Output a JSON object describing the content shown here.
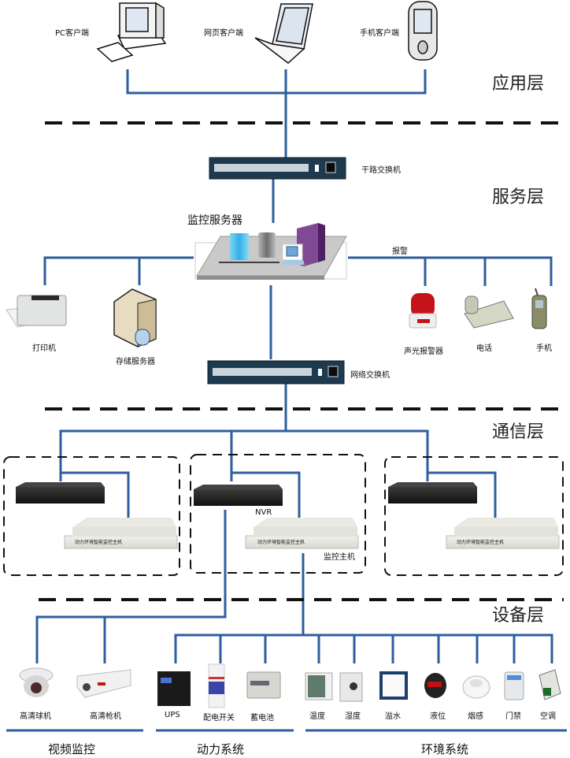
{
  "layers": {
    "application": "应用层",
    "service": "服务层",
    "communication": "通信层",
    "device": "设备层"
  },
  "application": {
    "clients": [
      {
        "label": "PC客户端",
        "icon": "desktop-pc-icon"
      },
      {
        "label": "网页客户端",
        "icon": "laptop-icon"
      },
      {
        "label": "手机客户端",
        "icon": "pda-icon"
      }
    ]
  },
  "service": {
    "trunk_switch": "干路交换机",
    "monitoring_server": "监控服务器",
    "alarm": "报警",
    "left_devices": [
      {
        "label": "打印机",
        "icon": "printer-icon"
      },
      {
        "label": "存储服务器",
        "icon": "storage-server-icon"
      }
    ],
    "alarm_devices": [
      {
        "label": "声光报警器",
        "icon": "strobe-alarm-icon"
      },
      {
        "label": "电话",
        "icon": "telephone-icon"
      },
      {
        "label": "手机",
        "icon": "mobile-phone-icon"
      }
    ],
    "network_switch": "网络交换机"
  },
  "communication": {
    "nvr_label": "NVR",
    "host_label": "监控主机",
    "host_panel_text": "动力环境智能监控主机",
    "groups": 3
  },
  "device": {
    "video": {
      "title": "视频监控",
      "items": [
        {
          "label": "高清球机",
          "icon": "dome-camera-icon"
        },
        {
          "label": "高清枪机",
          "icon": "bullet-camera-icon"
        }
      ]
    },
    "power": {
      "title": "动力系统",
      "items": [
        {
          "label": "UPS",
          "icon": "ups-icon"
        },
        {
          "label": "配电开关",
          "icon": "circuit-breaker-icon"
        },
        {
          "label": "蓄电池",
          "icon": "battery-icon"
        }
      ]
    },
    "environment": {
      "title": "环境系统",
      "items": [
        {
          "label": "温度",
          "icon": "temperature-sensor-icon"
        },
        {
          "label": "湿度",
          "icon": "humidity-sensor-icon"
        },
        {
          "label": "溢水",
          "icon": "water-leak-sensor-icon"
        },
        {
          "label": "液位",
          "icon": "liquid-level-sensor-icon"
        },
        {
          "label": "烟感",
          "icon": "smoke-detector-icon"
        },
        {
          "label": "门禁",
          "icon": "access-control-icon"
        },
        {
          "label": "空调",
          "icon": "ac-controller-icon"
        }
      ]
    }
  },
  "colors": {
    "link": "#2e5e9e",
    "divider": "#111111",
    "switch_body": "#1e3a4f"
  }
}
